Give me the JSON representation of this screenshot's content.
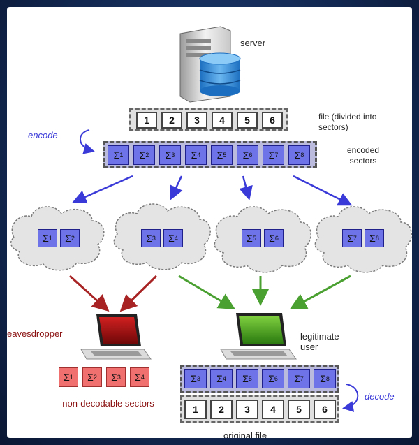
{
  "labels": {
    "server": "server",
    "file": "file (divided into sectors)",
    "encode": "encode",
    "encoded": "encoded sectors",
    "eavesdropper": "eavesdropper",
    "legitimate": "legitimate user",
    "nondecodable": "non-decodable sectors",
    "decode": "decode",
    "original": "original file"
  },
  "file_sectors": [
    "1",
    "2",
    "3",
    "4",
    "5",
    "6"
  ],
  "encoded_sectors": [
    {
      "base": "Σ",
      "sub": "1"
    },
    {
      "base": "Σ",
      "sub": "2"
    },
    {
      "base": "Σ",
      "sub": "3"
    },
    {
      "base": "Σ",
      "sub": "4"
    },
    {
      "base": "Σ",
      "sub": "5"
    },
    {
      "base": "Σ",
      "sub": "6"
    },
    {
      "base": "Σ",
      "sub": "7"
    },
    {
      "base": "Σ",
      "sub": "8"
    }
  ],
  "clouds": [
    {
      "sectors": [
        {
          "base": "Σ",
          "sub": "1"
        },
        {
          "base": "Σ",
          "sub": "2"
        }
      ]
    },
    {
      "sectors": [
        {
          "base": "Σ",
          "sub": "3"
        },
        {
          "base": "Σ",
          "sub": "4"
        }
      ]
    },
    {
      "sectors": [
        {
          "base": "Σ",
          "sub": "5"
        },
        {
          "base": "Σ",
          "sub": "6"
        }
      ]
    },
    {
      "sectors": [
        {
          "base": "Σ",
          "sub": "7"
        },
        {
          "base": "Σ",
          "sub": "8"
        }
      ]
    }
  ],
  "eavesdropper_sectors": [
    {
      "base": "Σ",
      "sub": "1"
    },
    {
      "base": "Σ",
      "sub": "2"
    },
    {
      "base": "Σ",
      "sub": "3"
    },
    {
      "base": "Σ",
      "sub": "4"
    }
  ],
  "user_sectors": [
    {
      "base": "Σ",
      "sub": "3"
    },
    {
      "base": "Σ",
      "sub": "4"
    },
    {
      "base": "Σ",
      "sub": "5"
    },
    {
      "base": "Σ",
      "sub": "6"
    },
    {
      "base": "Σ",
      "sub": "7"
    },
    {
      "base": "Σ",
      "sub": "8"
    }
  ],
  "original_sectors": [
    "1",
    "2",
    "3",
    "4",
    "5",
    "6"
  ],
  "colors": {
    "encoded": "#6e74e8",
    "red_sector": "#f07070",
    "arrow_blue": "#3a3ad8",
    "arrow_red": "#a82424",
    "arrow_green": "#4aa030",
    "eaves_screen": "#b01010",
    "user_screen": "#40a020"
  },
  "icons": [
    "server-icon",
    "database-icon",
    "cloud-icon",
    "laptop-icon"
  ]
}
